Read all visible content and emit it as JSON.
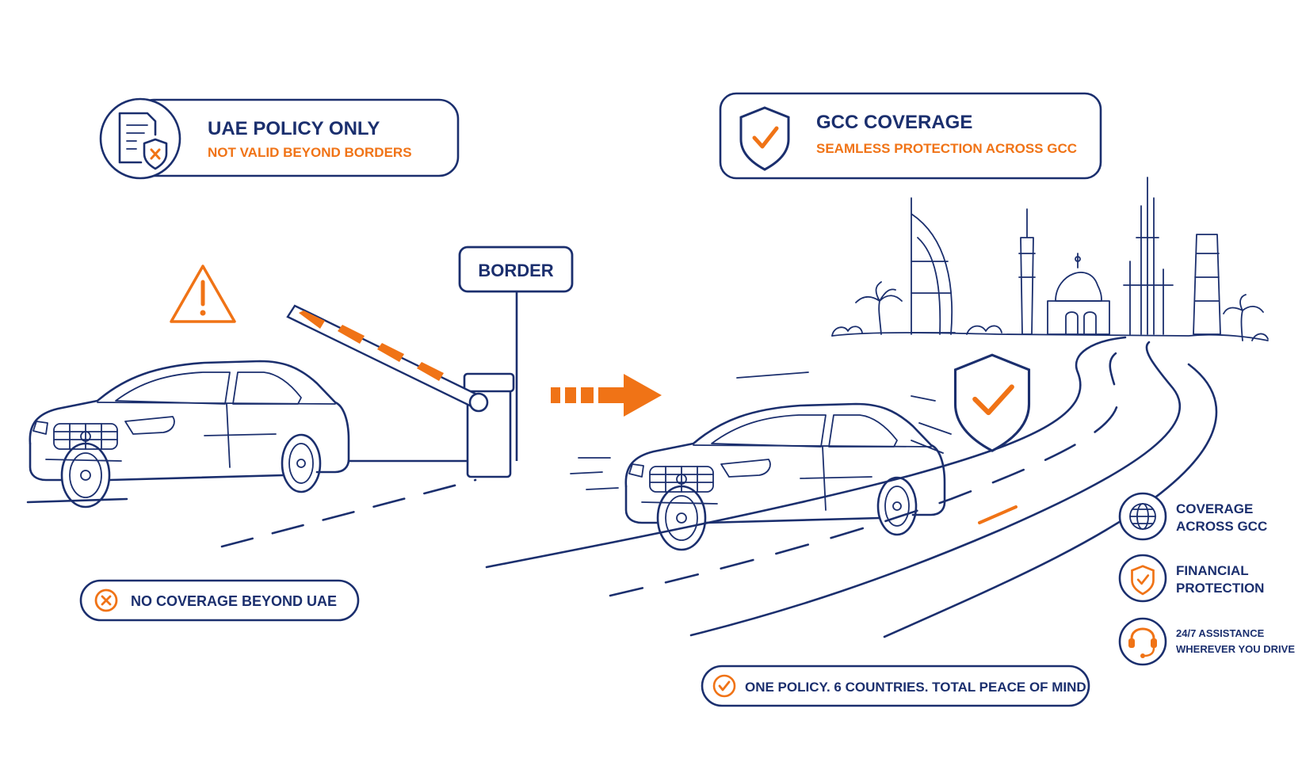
{
  "left_card": {
    "title": "UAE POLICY ONLY",
    "subtitle": "NOT VALID BEYOND BORDERS",
    "icon": "document-shield-x-icon"
  },
  "right_card": {
    "title": "GCC COVERAGE",
    "subtitle": "SEAMLESS PROTECTION ACROSS GCC",
    "icon": "shield-check-icon"
  },
  "border_sign": "BORDER",
  "no_coverage_badge": "NO COVERAGE BEYOND UAE",
  "tagline": "ONE POLICY. 6 COUNTRIES. TOTAL PEACE OF MIND.",
  "features": [
    {
      "line1": "COVERAGE",
      "line2": "ACROSS GCC",
      "icon": "globe-icon"
    },
    {
      "line1": "FINANCIAL",
      "line2": "PROTECTION",
      "icon": "shield-check-icon"
    },
    {
      "line1": "24/7 ASSISTANCE",
      "line2": "WHEREVER YOU DRIVE",
      "icon": "headset-icon"
    }
  ],
  "colors": {
    "navy": "#1b2f6e",
    "orange": "#f07316",
    "background": "#ffffff"
  }
}
